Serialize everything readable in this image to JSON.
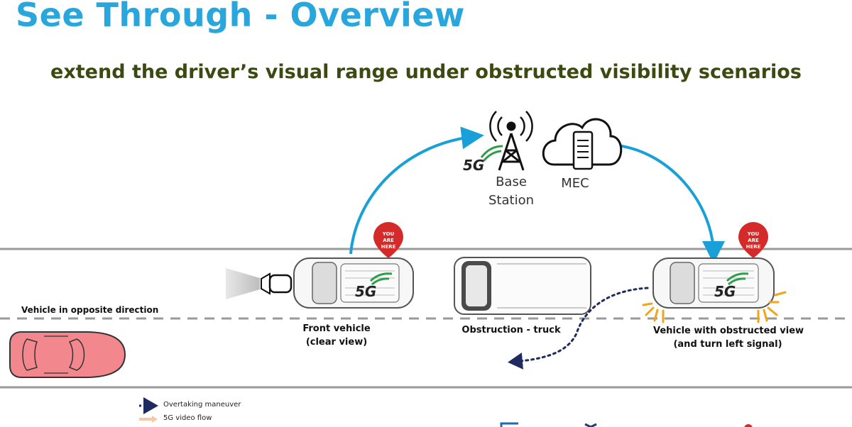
{
  "title": "See Through - Overview",
  "subtitle": "extend the driver’s visual range under obstructed visibility scenarios",
  "network": {
    "base_station_label_line1": "Base",
    "base_station_label_line2": "Station",
    "mec_label": "MEC",
    "badge_5g": "5G"
  },
  "road": {
    "opposite_label": "Vehicle in opposite direction"
  },
  "vehicles": {
    "front_line1": "Front vehicle",
    "front_line2": "(clear view)",
    "truck_label": "Obstruction - truck",
    "obstructed_line1": "Vehicle with obstructed view",
    "obstructed_line2": "(and turn left signal)",
    "badge_5g": "5G",
    "pin_text": [
      "YOU",
      "ARE",
      "HERE"
    ]
  },
  "legend": {
    "overtaking": "Overtaking maneuver",
    "video_flow": "5G video flow"
  },
  "colors": {
    "title": "#29a7dc",
    "subtitle": "#3b4a10",
    "arrow": "#1aa0d8",
    "pin": "#d42a2a",
    "opposite_car": "#f2888e",
    "overtake": "#1f2b5e",
    "signal": "#f2a516"
  }
}
